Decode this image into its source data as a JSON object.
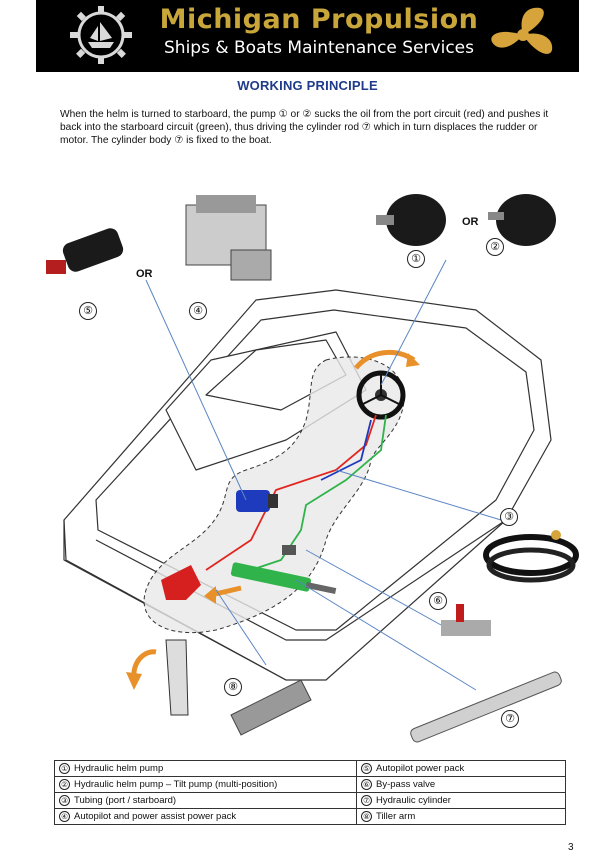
{
  "header": {
    "brand_title": "Michigan Propulsion",
    "brand_subtitle": "Ships & Boats Maintenance Services",
    "logo_gear_icon": "gear-ship-logo-icon",
    "logo_propeller_icon": "propeller-icon",
    "title_color": "#c9a63a"
  },
  "section_title": "WORKING PRINCIPLE",
  "intro_text": "When the helm is turned to starboard, the pump ① or ② sucks the oil from the port circuit (red) and pushes it back into the starboard circuit (green), thus driving the cylinder rod ⑦ which in turn displaces the rudder or motor. The cylinder body ⑦ is fixed to the boat.",
  "diagram": {
    "or_label_top": "OR",
    "or_label_left": "OR",
    "callouts": {
      "c1": "①",
      "c2": "②",
      "c3": "③",
      "c4": "④",
      "c5": "⑤",
      "c6": "⑥",
      "c7": "⑦",
      "c8": "⑧"
    },
    "colors": {
      "port_circuit": "#e0261f",
      "starboard_circuit": "#2fb34a",
      "leader_line": "#5b86c4",
      "arrow": "#e8912a"
    }
  },
  "legend": [
    {
      "left_num": "①",
      "left_text": "Hydraulic helm pump",
      "right_num": "⑤",
      "right_text": "Autopilot power pack"
    },
    {
      "left_num": "②",
      "left_text": "Hydraulic helm pump – Tilt pump (multi-position)",
      "right_num": "⑥",
      "right_text": "By-pass valve"
    },
    {
      "left_num": "③",
      "left_text": "Tubing (port / starboard)",
      "right_num": "⑦",
      "right_text": "Hydraulic cylinder"
    },
    {
      "left_num": "④",
      "left_text": "Autopilot and power assist power pack",
      "right_num": "⑧",
      "right_text": "Tiller arm"
    }
  ],
  "page_number": "3"
}
